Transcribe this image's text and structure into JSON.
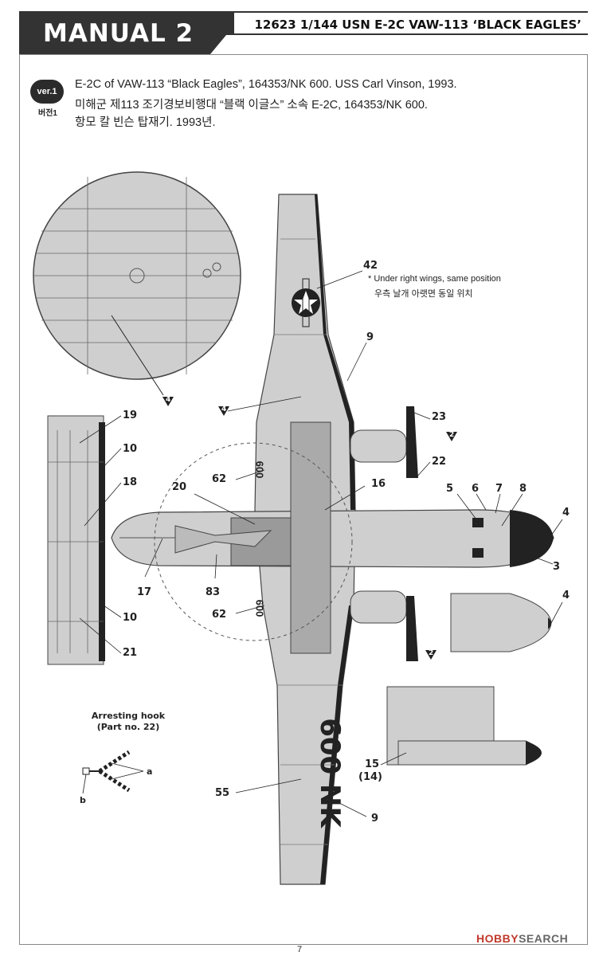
{
  "header": {
    "manual_title": "MANUAL 2",
    "kit_title": "12623 1/144 USN E-2C VAW-113 ‘BLACK EAGLES’"
  },
  "version": {
    "badge": "ver.1",
    "sub": "버전1",
    "lines": [
      "E-2C of  VAW-113 “Black Eagles”, 164353/NK 600. USS Carl Vinson, 1993.",
      "미해군 제113 조기경보비행대 “블랙 이글스” 소속 E-2C, 164353/NK 600.",
      "항모 칼 빈슨 탑재기. 1993년."
    ]
  },
  "notes": {
    "under_wing_en": "* Under right wings, same position",
    "under_wing_ko": "우측 날개 아랫면 동일 위치"
  },
  "markings": {
    "nose_number": "600",
    "tail_code": "600 NK"
  },
  "callouts": {
    "c42": "42",
    "c9a": "9",
    "c9b": "9",
    "c23": "23",
    "c2a": "2",
    "c2b": "2",
    "c22": "22",
    "c19": "19",
    "c10a": "10",
    "c10b": "10",
    "c18": "18",
    "c21": "21",
    "c62a": "62",
    "c62b": "62",
    "c16": "16",
    "c20": "20",
    "c17": "17",
    "c83": "83",
    "c5": "5",
    "c6": "6",
    "c7": "7",
    "c8": "8",
    "c4a": "4",
    "c4b": "4",
    "c3": "3",
    "c55": "55",
    "c15": "15",
    "c14": "(14)",
    "c4tri1": "4",
    "c4tri2": "4"
  },
  "hook": {
    "title": "Arresting hook",
    "subtitle": "(Part no. 22)",
    "label_a": "a",
    "label_b": "b"
  },
  "footer": {
    "page_number": "7",
    "watermark_brand": "HOBBY",
    "watermark_rest": "SEARCH"
  },
  "colors": {
    "paint_gray": "#cfcfcf",
    "dark_panel": "#222222",
    "mid_gray": "#9a9a9a"
  }
}
